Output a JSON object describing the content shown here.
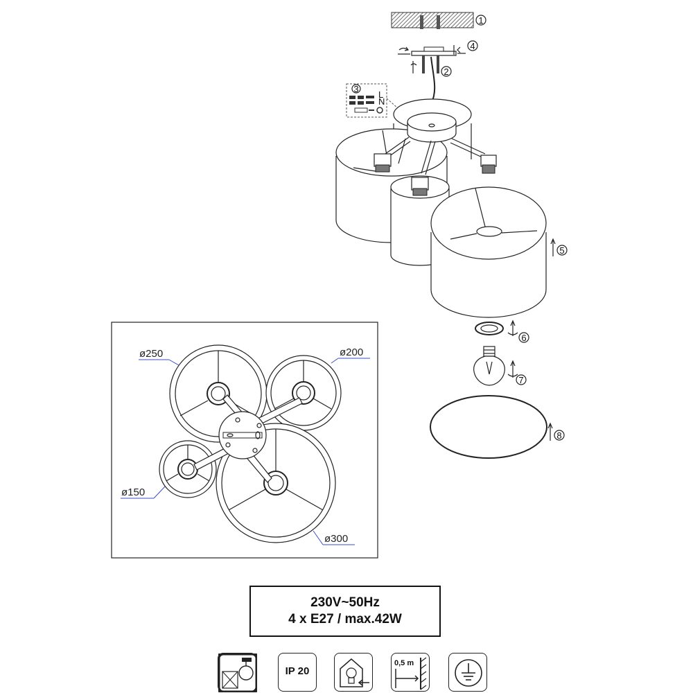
{
  "specs": {
    "voltage": "230V~50Hz",
    "bulbs": "4 x E27 / max.42W"
  },
  "callouts": [
    "1",
    "2",
    "3",
    "4",
    "5",
    "6",
    "7",
    "8"
  ],
  "wiring": {
    "live": "L",
    "neutral": "N"
  },
  "dimensions": {
    "d250": "ø250",
    "d200": "ø200",
    "d150": "ø150",
    "d300": "ø300"
  },
  "symbols": {
    "ip_rating": "IP 20",
    "distance": "0,5 m"
  }
}
